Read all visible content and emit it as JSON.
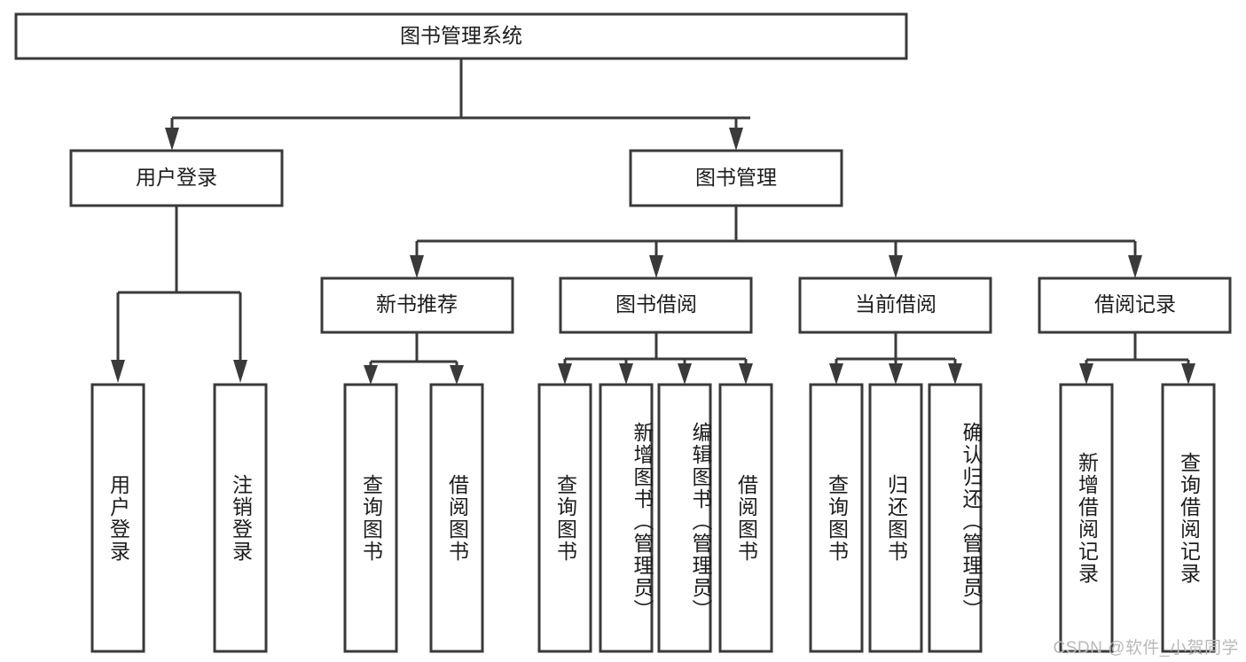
{
  "diagram": {
    "type": "tree",
    "title": "图书管理系统",
    "orientation": "top-down",
    "colors": {
      "stroke": "#3a3a3a",
      "box_fill": "#ffffff",
      "text": "#1c1c1c",
      "background": "#ffffff",
      "watermark": "#b9b9b9"
    },
    "levels": {
      "root": {
        "label": "图书管理系统",
        "text_orientation": "horizontal"
      },
      "level1": [
        {
          "label": "用户登录",
          "text_orientation": "horizontal"
        },
        {
          "label": "图书管理",
          "text_orientation": "horizontal"
        }
      ],
      "level2": [
        {
          "label": "新书推荐",
          "text_orientation": "horizontal",
          "parent": "图书管理"
        },
        {
          "label": "图书借阅",
          "text_orientation": "horizontal",
          "parent": "图书管理"
        },
        {
          "label": "当前借阅",
          "text_orientation": "horizontal",
          "parent": "图书管理"
        },
        {
          "label": "借阅记录",
          "text_orientation": "horizontal",
          "parent": "图书管理"
        }
      ],
      "leaves": [
        {
          "label": "用户登录",
          "text_orientation": "vertical",
          "parent": "用户登录"
        },
        {
          "label": "注销登录",
          "text_orientation": "vertical",
          "parent": "用户登录"
        },
        {
          "label": "查询图书",
          "text_orientation": "vertical",
          "parent": "新书推荐"
        },
        {
          "label": "借阅图书",
          "text_orientation": "vertical",
          "parent": "新书推荐"
        },
        {
          "label": "查询图书",
          "text_orientation": "vertical",
          "parent": "图书借阅"
        },
        {
          "label": "新增图书（管理员）",
          "text_orientation": "vertical",
          "parent": "图书借阅"
        },
        {
          "label": "编辑图书（管理员）",
          "text_orientation": "vertical",
          "parent": "图书借阅"
        },
        {
          "label": "借阅图书",
          "text_orientation": "vertical",
          "parent": "图书借阅"
        },
        {
          "label": "查询图书",
          "text_orientation": "vertical",
          "parent": "当前借阅"
        },
        {
          "label": "归还图书",
          "text_orientation": "vertical",
          "parent": "当前借阅"
        },
        {
          "label": "确认归还（管理员）",
          "text_orientation": "vertical",
          "parent": "当前借阅"
        },
        {
          "label": "新增借阅记录",
          "text_orientation": "vertical",
          "parent": "借阅记录"
        },
        {
          "label": "查询借阅记录",
          "text_orientation": "vertical",
          "parent": "借阅记录"
        }
      ]
    }
  },
  "watermark": {
    "text": "CSDN @软件_小贺同学"
  }
}
